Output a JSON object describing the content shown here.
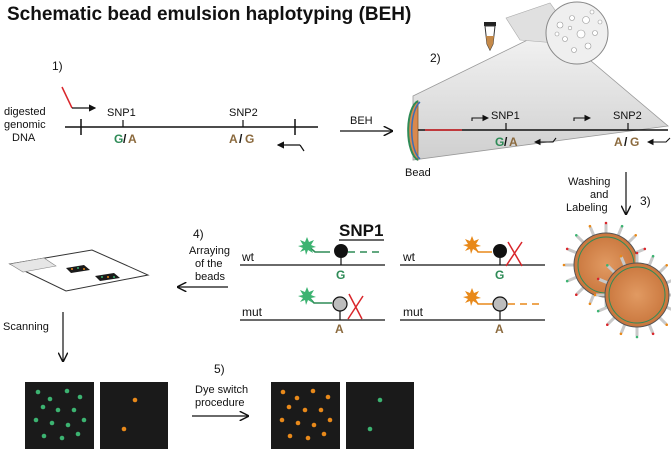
{
  "title": "Schematic bead emulsion haplotyping (BEH)",
  "steps": {
    "s1": "1)",
    "s2": "2)",
    "s3": "3)",
    "s4": "4)",
    "s5": "5)"
  },
  "panel1": {
    "dna_label": [
      "digested",
      "genomic",
      "DNA"
    ],
    "snp1": "SNP1",
    "snp2": "SNP2",
    "snp1_alleles": [
      "G",
      "/",
      "A"
    ],
    "snp2_alleles": [
      "A",
      "/",
      "G"
    ]
  },
  "beh_label": "BEH",
  "panel2": {
    "bead_label": "Bead",
    "snp1": "SNP1",
    "snp2": "SNP2",
    "snp1_alleles": [
      "G",
      "/",
      "A"
    ],
    "snp2_alleles": [
      "A",
      "/",
      "G"
    ]
  },
  "step3_label": [
    "Washing",
    "and",
    "Labeling"
  ],
  "step4_label": [
    "Arraying",
    "of the",
    "beads"
  ],
  "snp_panel": {
    "heading": "SNP1",
    "wt_label": "wt",
    "mut_label": "mut",
    "base_g": "G",
    "base_a": "A"
  },
  "scanning_label": "Scanning",
  "dye_switch_label": [
    "Dye switch",
    "procedure"
  ],
  "colors": {
    "green": "#2e8b57",
    "green_dye": "#3cb371",
    "orange": "#e8891a",
    "brown": "#8b6a3e",
    "bead": "#d9894e",
    "red": "#d9262b",
    "dark_panel": "#1a1a1a"
  }
}
